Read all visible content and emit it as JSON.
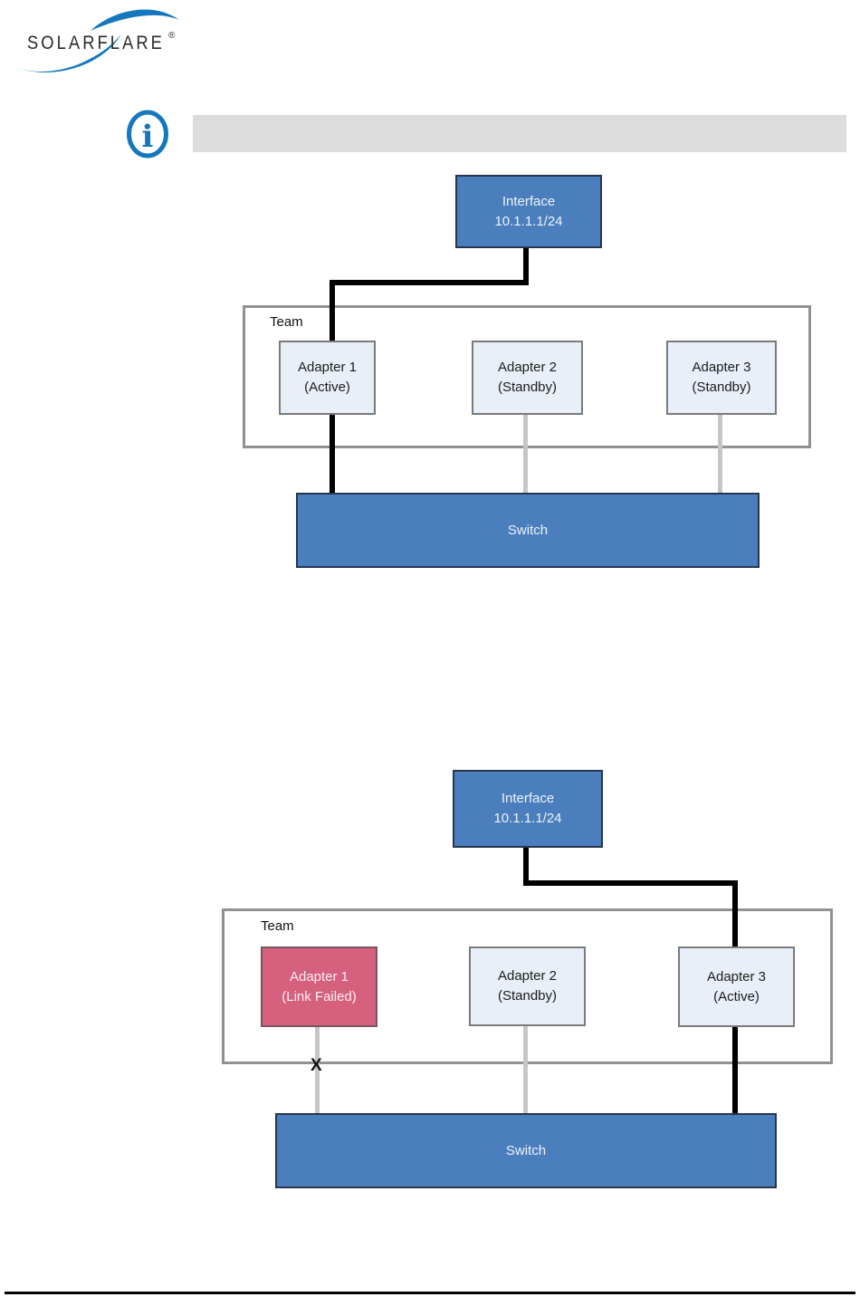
{
  "brand": {
    "name": "SOLARFLARE",
    "registered_mark": "®"
  },
  "note": {
    "text": ""
  },
  "colors": {
    "brand_blue": "#1577bc",
    "node_blue": "#4a7ebc",
    "node_blue_border": "#26364d",
    "adapter_light": "#e9eff8",
    "adapter_border": "#7a7a7a",
    "failed_red": "#d5617e",
    "team_border": "#919191",
    "connector_gray": "#c6c6c6",
    "connector_black": "#000000",
    "note_bar": "#dcdcdc"
  },
  "diagram1": {
    "interface": {
      "line1": "Interface",
      "line2": "10.1.1.1/24"
    },
    "team_label": "Team",
    "adapters": [
      {
        "line1": "Adapter 1",
        "line2": "(Active)"
      },
      {
        "line1": "Adapter 2",
        "line2": "(Standby)"
      },
      {
        "line1": "Adapter 3",
        "line2": "(Standby)"
      }
    ],
    "switch_label": "Switch"
  },
  "diagram2": {
    "interface": {
      "line1": "Interface",
      "line2": "10.1.1.1/24"
    },
    "team_label": "Team",
    "adapters": [
      {
        "line1": "Adapter 1",
        "line2": "(Link Failed)"
      },
      {
        "line1": "Adapter 2",
        "line2": "(Standby)"
      },
      {
        "line1": "Adapter 3",
        "line2": "(Active)"
      }
    ],
    "switch_label": "Switch",
    "failure_mark": "X"
  }
}
